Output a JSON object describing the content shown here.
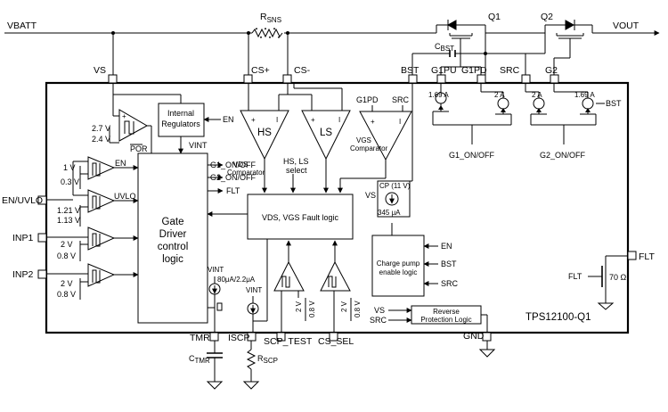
{
  "title": "TPS12100-Q1",
  "pins": {
    "vbatt": "VBATT",
    "vout": "VOUT",
    "vs": "VS",
    "cs_plus": "CS+",
    "cs_minus": "CS-",
    "bst": "BST",
    "g1pu": "G1PU",
    "g1pd": "G1PD",
    "src": "SRC",
    "g2": "G2",
    "en_uvlo": "EN/UVLO",
    "inp1": "INP1",
    "inp2": "INP2",
    "tmr": "TMR",
    "iscp": "ISCP",
    "scp_test": "SCP_TEST",
    "cs_sel": "CS_SEL",
    "gnd": "GND",
    "flt": "FLT"
  },
  "components": {
    "rsns": "R",
    "rsns_sub": "SNS",
    "q1": "Q1",
    "q2": "Q2",
    "cbst": "C",
    "cbst_sub": "BST",
    "ctmr": "C",
    "ctmr_sub": "TMR",
    "rscp": "R",
    "rscp_sub": "SCP"
  },
  "blocks": {
    "internal_regulators": [
      "Internal",
      "Regulators"
    ],
    "gate_driver": [
      "Gate",
      "Driver",
      "control",
      "logic"
    ],
    "fault_logic": "VDS, VGS Fault logic",
    "charge_pump_enable": [
      "Charge pump",
      "enable logic"
    ],
    "reverse_protection": [
      "Reverse",
      "Protection Logic"
    ],
    "cp_label": "CP (11 V)",
    "cp_current": "345 μA"
  },
  "comparators": {
    "hs": "HS",
    "ls": "LS",
    "vds_label": [
      "VDS",
      "Comparator"
    ],
    "vgs_label": [
      "VGS",
      "Comparator"
    ],
    "hs_ls_select": [
      "HS, LS",
      "select"
    ],
    "g1pd_in": "G1PD",
    "src_in": "SRC"
  },
  "signals": {
    "en": "EN",
    "vint": "VINT",
    "por": "POR",
    "g1_onoff": "G1_ON/OFF",
    "g2_onoff": "G2_ON/OFF",
    "flt": "FLT",
    "uvlo": "UVLO",
    "vs": "VS",
    "src": "SRC",
    "bst": "BST",
    "ibst": "BST",
    "flt_ron": "70 Ω",
    "flt_gate": "FLT"
  },
  "thresholds": {
    "por_hi": "2.7 V",
    "por_lo": "2.4 V",
    "en_hi": "1 V",
    "en_lo": "0.3 V",
    "uvlo_hi": "1.21 V",
    "uvlo_lo": "1.13 V",
    "inp1_hi": "2 V",
    "inp1_lo": "0.8 V",
    "inp2_hi": "2 V",
    "inp2_lo": "0.8 V",
    "scp_hi": "2 V",
    "scp_lo": "0.8 V",
    "cs_hi": "2 V",
    "cs_lo": "0.8 V"
  },
  "currents": {
    "tmr_src": "80μA/2.2μA",
    "g1pu": "1.69 A",
    "g1pd": "2 A",
    "g2_sink": "2 A",
    "g2_src": "1.69 A"
  },
  "drivers": {
    "g1": "G1_ON/OFF",
    "g2": "G2_ON/OFF"
  }
}
